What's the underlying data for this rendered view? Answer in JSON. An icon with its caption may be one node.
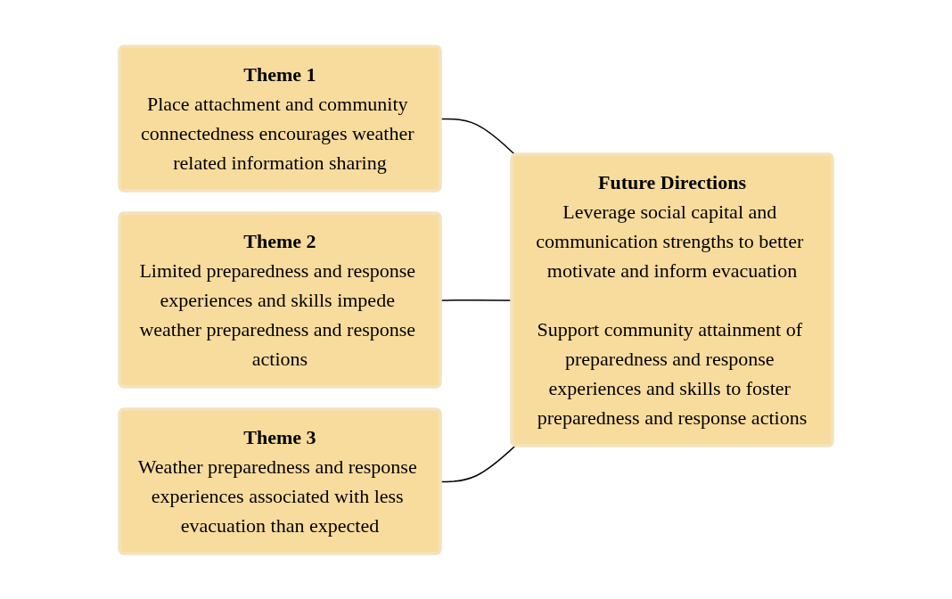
{
  "diagram": {
    "nodes": [
      {
        "text": [
          "Theme 1",
          "Place attachment and community connectedness encourages weather related information sharing"
        ]
      },
      {
        "text": [
          "Theme 2",
          "Limited preparedness and response experiences and skills impede weather preparedness and response actions"
        ]
      },
      {
        "text": [
          "Theme 3",
          "Weather preparedness and response experiences associated with less evacuation than expected"
        ]
      },
      {
        "text": [
          "Future Directions",
          "Leverage social capital and communication strengths to better motivate and inform evacuation",
          "Support community attainment of preparedness and response experiences and skills to foster preparedness and response actions"
        ]
      }
    ],
    "edges": [
      {
        "from": 0,
        "to": 3,
        "arrow": "none"
      },
      {
        "from": 1,
        "to": 3,
        "arrow": "none"
      },
      {
        "from": 2,
        "to": 3,
        "arrow": "none"
      }
    ]
  }
}
